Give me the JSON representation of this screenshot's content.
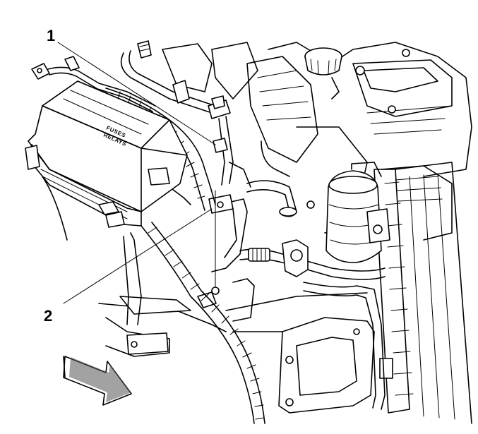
{
  "callouts": [
    {
      "id": "1",
      "label": "1"
    },
    {
      "id": "2",
      "label": "2"
    }
  ],
  "fuse_box_label": {
    "line1": "FUSES",
    "line2": "RELAYS"
  },
  "colors": {
    "ink": "#000000",
    "paper": "#ffffff"
  },
  "icons": {
    "direction_arrow": "forward-arrow-icon"
  }
}
